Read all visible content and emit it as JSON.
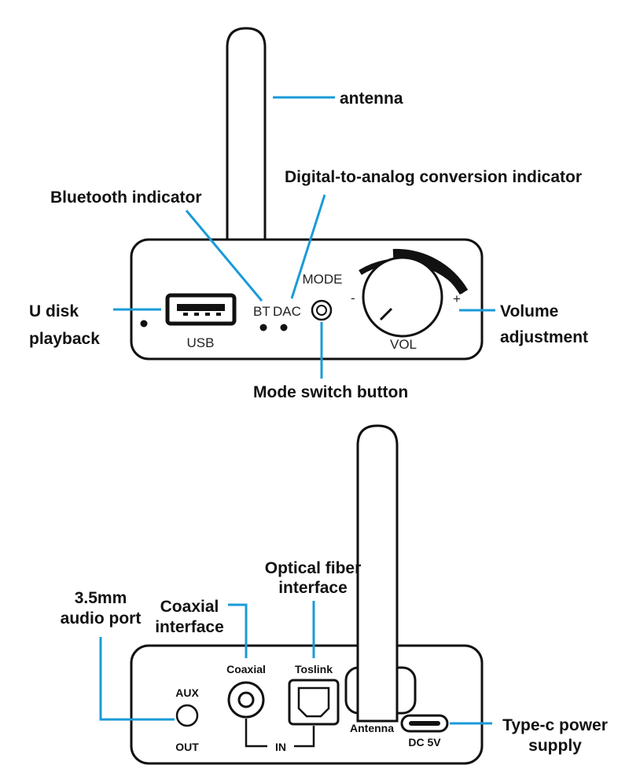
{
  "colors": {
    "leader": "#1a9bd8",
    "outline": "#111111",
    "background": "#ffffff"
  },
  "front": {
    "callouts": {
      "antenna": "antenna",
      "dac_indicator": "Digital-to-analog conversion indicator",
      "bt_indicator": "Bluetooth indicator",
      "usb_line1": "U disk",
      "usb_line2": "playback",
      "volume_line1": "Volume",
      "volume_line2": "adjustment",
      "mode_button": "Mode switch button"
    },
    "panel": {
      "usb": "USB",
      "bt": "BT",
      "dac": "DAC",
      "mode": "MODE",
      "vol": "VOL",
      "minus": "-",
      "plus": "+"
    }
  },
  "back": {
    "callouts": {
      "optical_line1": "Optical fiber",
      "optical_line2": "interface",
      "aux_line1": "3.5mm",
      "aux_line2": "audio port",
      "coax_line1": "Coaxial",
      "coax_line2": "interface",
      "typec_line1": "Type-c power",
      "typec_line2": "supply"
    },
    "panel": {
      "coaxial": "Coaxial",
      "toslink": "Toslink",
      "aux": "AUX",
      "out": "OUT",
      "in": "IN",
      "antenna": "Antenna",
      "dc": "DC 5V"
    }
  }
}
